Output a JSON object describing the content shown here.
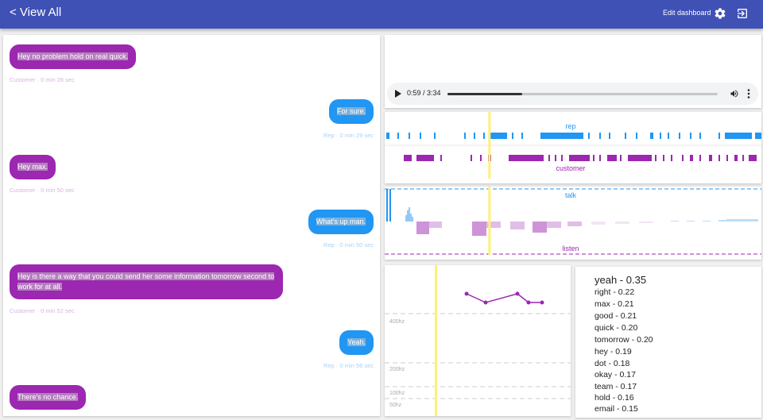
{
  "header": {
    "back_label": "< View All",
    "edit_label": "Edit dashboard",
    "settings_icon": "gear-icon",
    "exit_icon": "exit-icon",
    "color": "#3f51b5"
  },
  "chat": {
    "customer_color": "#9c27b0",
    "rep_color": "#2196f3",
    "messages": [
      {
        "speaker": "customer",
        "text": "Hey no problem hold on real quick.",
        "meta": "Customer · 0 min 28 sec"
      },
      {
        "speaker": "rep",
        "text": "For sure.",
        "meta": "Rep · 0 min 29 sec"
      },
      {
        "speaker": "customer",
        "text": "Hey max.",
        "meta": "Customer · 0 min 50 sec"
      },
      {
        "speaker": "rep",
        "text": "What's up man.",
        "meta": "Rep · 0 min 50 sec"
      },
      {
        "speaker": "customer",
        "text": "Hey is there a way that you could send her some information tomorrow second to work for at all.",
        "meta": "Customer · 0 min 52 sec"
      },
      {
        "speaker": "rep",
        "text": "Yeah.",
        "meta": "Rep · 0 min 56 sec"
      },
      {
        "speaker": "customer",
        "text": "There's no chance.",
        "meta": ""
      }
    ]
  },
  "audio": {
    "time": "0:59 / 3:34",
    "progress": 0.275
  },
  "timeline": {
    "rep_label": "rep",
    "customer_label": "customer",
    "talk_label": "talk",
    "listen_label": "listen",
    "playhead": 0.275
  },
  "pitch": {
    "labels": [
      "400hz",
      "200hz",
      "100hz",
      "50hz"
    ]
  },
  "keywords": [
    "yeah - 0.35",
    "right - 0.22",
    "max - 0.21",
    "good - 0.21",
    "quick - 0.20",
    "tomorrow - 0.20",
    "hey - 0.19",
    "dot - 0.18",
    "okay - 0.17",
    "team - 0.17",
    "hold - 0.16",
    "email - 0.15"
  ]
}
